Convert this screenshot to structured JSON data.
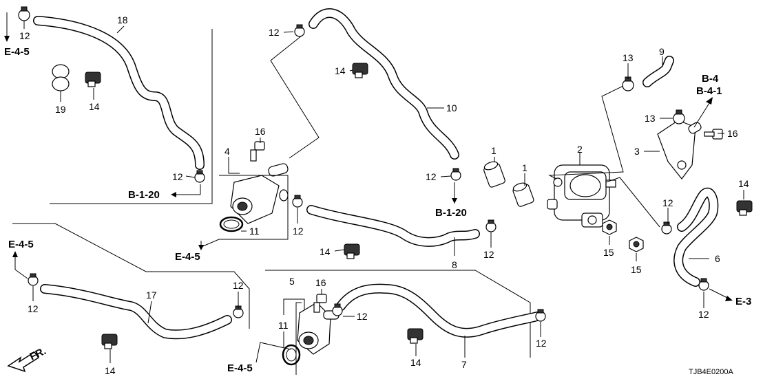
{
  "diagram_code": "TJB4E0200A",
  "front_arrow_label": "FR.",
  "refs": {
    "e45_top_left": "E-4-5",
    "b120_left": "B-1-20",
    "e45_mid": "E-4-5",
    "b120_right": "B-1-20",
    "b4": "B-4",
    "b41": "B-4-1",
    "e3": "E-3",
    "e45_left": "E-4-5",
    "e45_bottom": "E-4-5"
  },
  "callouts": {
    "c12_a": "12",
    "c18": "18",
    "c19": "19",
    "c14_a": "14",
    "c12_b": "12",
    "c12_c": "12",
    "c14_b": "14",
    "c10": "10",
    "c16_a": "16",
    "c4": "4",
    "c11_a": "11",
    "c12_d": "12",
    "c12_e": "12",
    "c1_a": "1",
    "c1_b": "1",
    "c14_c": "14",
    "c8": "8",
    "c12_f": "12",
    "c2": "2",
    "c13_a": "13",
    "c9": "9",
    "c13_b": "13",
    "c3": "3",
    "c16_b": "16",
    "c12_g": "12",
    "c15_a": "15",
    "c15_b": "15",
    "c14_d": "14",
    "c6": "6",
    "c12_h": "12",
    "c12_i": "12",
    "c17": "17",
    "c12_j": "12",
    "c14_e": "14",
    "c5": "5",
    "c16_c": "16",
    "c12_k": "12",
    "c11_b": "11",
    "c14_f": "14",
    "c7": "7",
    "c12_l": "12"
  }
}
